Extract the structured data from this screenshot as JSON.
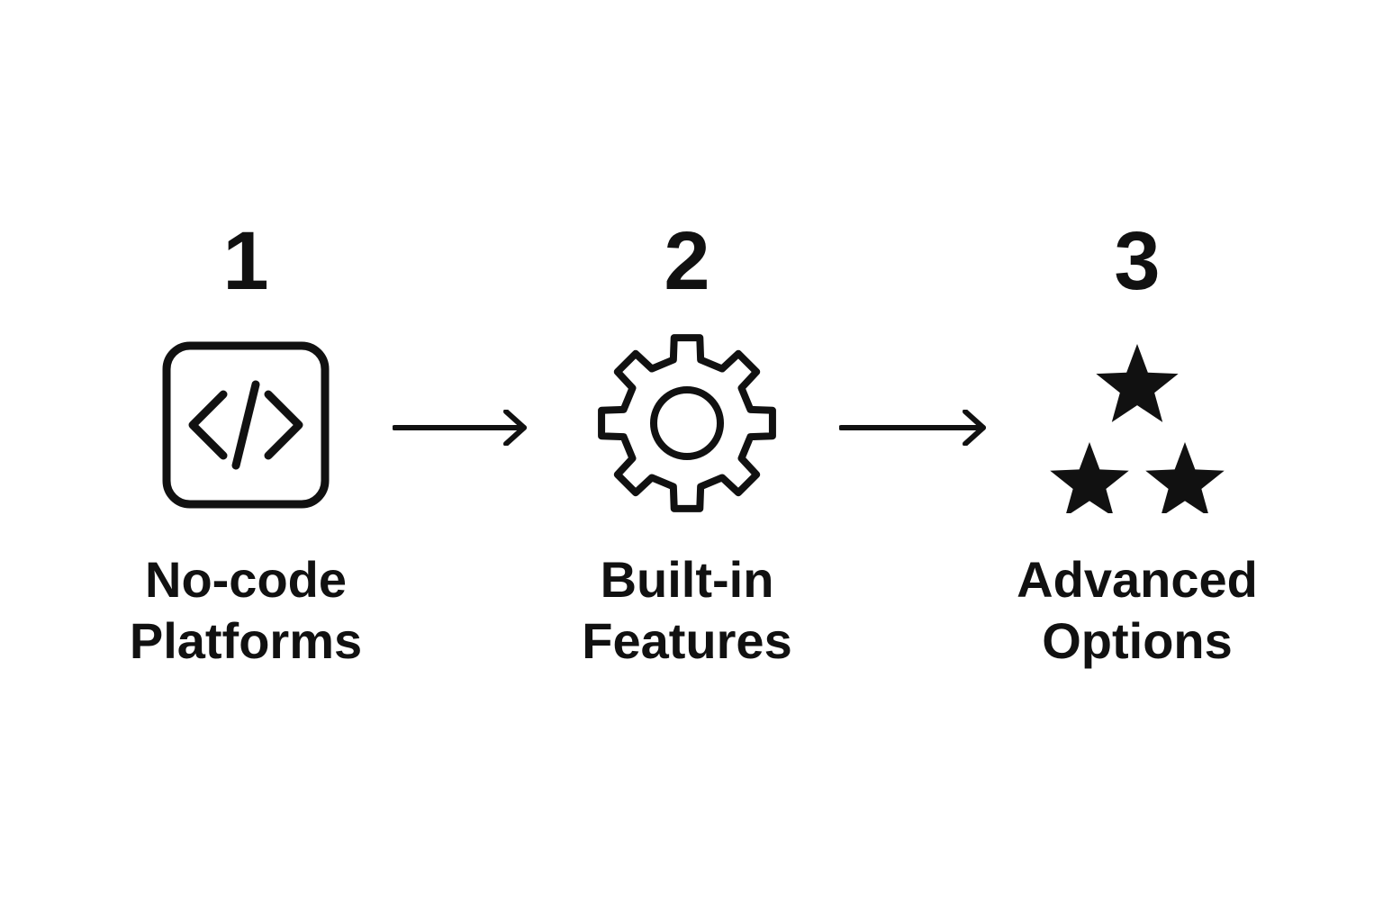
{
  "steps": [
    {
      "number": "1",
      "icon": "code-icon",
      "label_line1": "No-code",
      "label_line2": "Platforms"
    },
    {
      "number": "2",
      "icon": "gear-icon",
      "label_line1": "Built-in",
      "label_line2": "Features"
    },
    {
      "number": "3",
      "icon": "three-stars-icon",
      "label_line1": "Advanced",
      "label_line2": "Options"
    }
  ],
  "colors": {
    "foreground": "#111111",
    "background": "#ffffff"
  }
}
